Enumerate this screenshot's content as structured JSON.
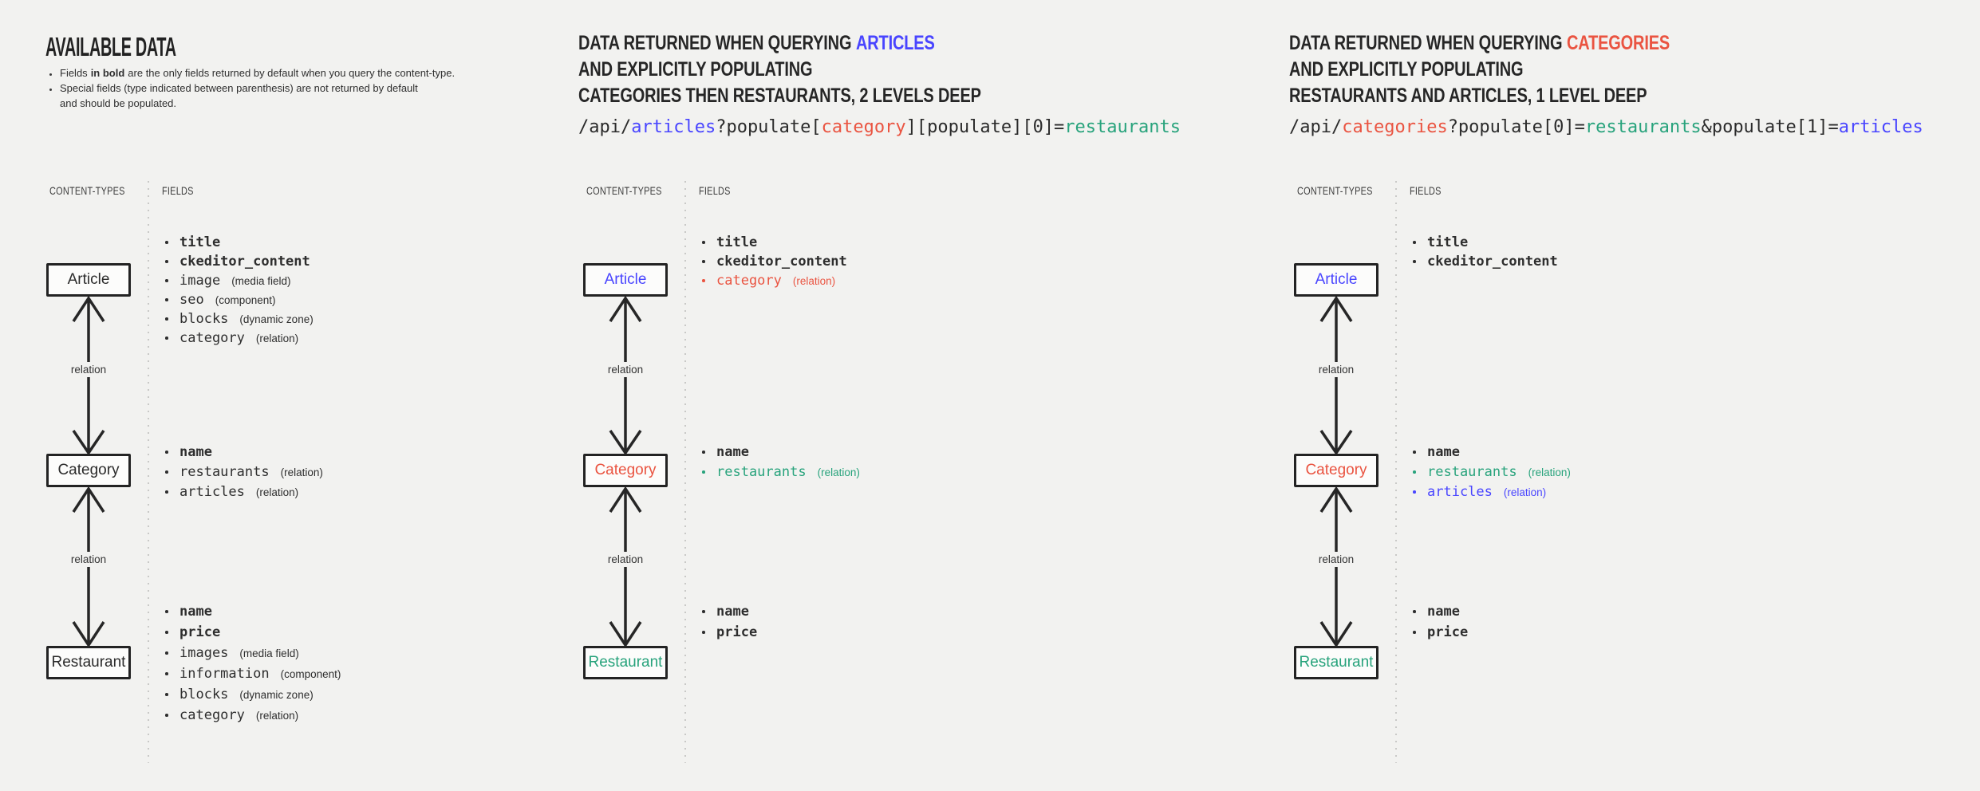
{
  "colors": {
    "background": "#f2f2f0",
    "ink": "#2b2b2b",
    "blue": "#4945ff",
    "red": "#ea5441",
    "teal": "#28a37c"
  },
  "p1": {
    "title": "AVAILABLE DATA",
    "notes": {
      "n1_pre": "Fields",
      "n1_bold": "in bold",
      "n1_post": "are the only fields returned by default when you query the content-type.",
      "n2_l1": "Special fields (type indicated between parenthesis) are not returned by default",
      "n2_l2": "and should be populated."
    },
    "labels": {
      "content_types": "CONTENT-TYPES",
      "fields": "FIELDS",
      "relation_top": "relation",
      "relation_bottom": "relation"
    },
    "nodes": {
      "article": {
        "label": "Article",
        "color": "ink"
      },
      "category": {
        "label": "Category",
        "color": "ink"
      },
      "restaurant": {
        "label": "Restaurant",
        "color": "ink"
      }
    },
    "article_fields": [
      {
        "name": "title",
        "type": "",
        "bold": true
      },
      {
        "name": "ckeditor_content",
        "type": "",
        "bold": true
      },
      {
        "name": "image",
        "type": "(media field)",
        "bold": false
      },
      {
        "name": "seo",
        "type": "(component)",
        "bold": false
      },
      {
        "name": "blocks",
        "type": "(dynamic zone)",
        "bold": false
      },
      {
        "name": "category",
        "type": "(relation)",
        "bold": false
      }
    ],
    "category_fields": [
      {
        "name": "name",
        "type": "",
        "bold": true
      },
      {
        "name": "restaurants",
        "type": "(relation)",
        "bold": false
      },
      {
        "name": "articles",
        "type": "(relation)",
        "bold": false
      }
    ],
    "restaurant_fields": [
      {
        "name": "name",
        "type": "",
        "bold": true
      },
      {
        "name": "price",
        "type": "",
        "bold": true
      },
      {
        "name": "images",
        "type": "(media field)",
        "bold": false
      },
      {
        "name": "information",
        "type": "(component)",
        "bold": false
      },
      {
        "name": "blocks",
        "type": "(dynamic zone)",
        "bold": false
      },
      {
        "name": "category",
        "type": "(relation)",
        "bold": false
      }
    ]
  },
  "p2": {
    "heading": {
      "line1_prefix": "DATA RETURNED WHEN QUERYING",
      "line1_highlight": "ARTICLES",
      "highlight_color": "blue",
      "line2": "AND EXPLICITLY POPULATING",
      "line3": "CATEGORIES THEN RESTAURANTS, 2 LEVELS DEEP"
    },
    "api": [
      {
        "text": "/api/",
        "color": "ink"
      },
      {
        "text": "articles",
        "color": "blue"
      },
      {
        "text": "?populate[",
        "color": "ink"
      },
      {
        "text": "category",
        "color": "red"
      },
      {
        "text": "][populate][0]=",
        "color": "ink"
      },
      {
        "text": "restaurants",
        "color": "teal"
      }
    ],
    "labels": {
      "content_types": "CONTENT-TYPES",
      "fields": "FIELDS",
      "relation_top": "relation",
      "relation_bottom": "relation"
    },
    "nodes": {
      "article": {
        "label": "Article",
        "color": "blue"
      },
      "category": {
        "label": "Category",
        "color": "red"
      },
      "restaurant": {
        "label": "Restaurant",
        "color": "teal"
      }
    },
    "article_fields": [
      {
        "name": "title",
        "type": "",
        "bold": true
      },
      {
        "name": "ckeditor_content",
        "type": "",
        "bold": true
      },
      {
        "name": "category",
        "type": "(relation)",
        "bold": false,
        "color": "red"
      }
    ],
    "category_fields": [
      {
        "name": "name",
        "type": "",
        "bold": true
      },
      {
        "name": "restaurants",
        "type": "(relation)",
        "bold": false,
        "color": "teal"
      }
    ],
    "restaurant_fields": [
      {
        "name": "name",
        "type": "",
        "bold": true
      },
      {
        "name": "price",
        "type": "",
        "bold": true
      }
    ]
  },
  "p3": {
    "heading": {
      "line1_prefix": "DATA RETURNED WHEN QUERYING",
      "line1_highlight": "CATEGORIES",
      "highlight_color": "red",
      "line2": "AND EXPLICITLY POPULATING",
      "line3": "RESTAURANTS AND ARTICLES, 1 LEVEL DEEP"
    },
    "api": [
      {
        "text": "/api/",
        "color": "ink"
      },
      {
        "text": "categories",
        "color": "red"
      },
      {
        "text": "?populate[0]=",
        "color": "ink"
      },
      {
        "text": "restaurants",
        "color": "teal"
      },
      {
        "text": "&populate[1]=",
        "color": "ink"
      },
      {
        "text": "articles",
        "color": "blue"
      }
    ],
    "labels": {
      "content_types": "CONTENT-TYPES",
      "fields": "FIELDS",
      "relation_top": "relation",
      "relation_bottom": "relation"
    },
    "nodes": {
      "article": {
        "label": "Article",
        "color": "blue"
      },
      "category": {
        "label": "Category",
        "color": "red"
      },
      "restaurant": {
        "label": "Restaurant",
        "color": "teal"
      }
    },
    "article_fields": [
      {
        "name": "title",
        "type": "",
        "bold": true
      },
      {
        "name": "ckeditor_content",
        "type": "",
        "bold": true
      }
    ],
    "category_fields": [
      {
        "name": "name",
        "type": "",
        "bold": true
      },
      {
        "name": "restaurants",
        "type": "(relation)",
        "bold": false,
        "color": "teal"
      },
      {
        "name": "articles",
        "type": "(relation)",
        "bold": false,
        "color": "blue"
      }
    ],
    "restaurant_fields": [
      {
        "name": "name",
        "type": "",
        "bold": true
      },
      {
        "name": "price",
        "type": "",
        "bold": true
      }
    ]
  }
}
